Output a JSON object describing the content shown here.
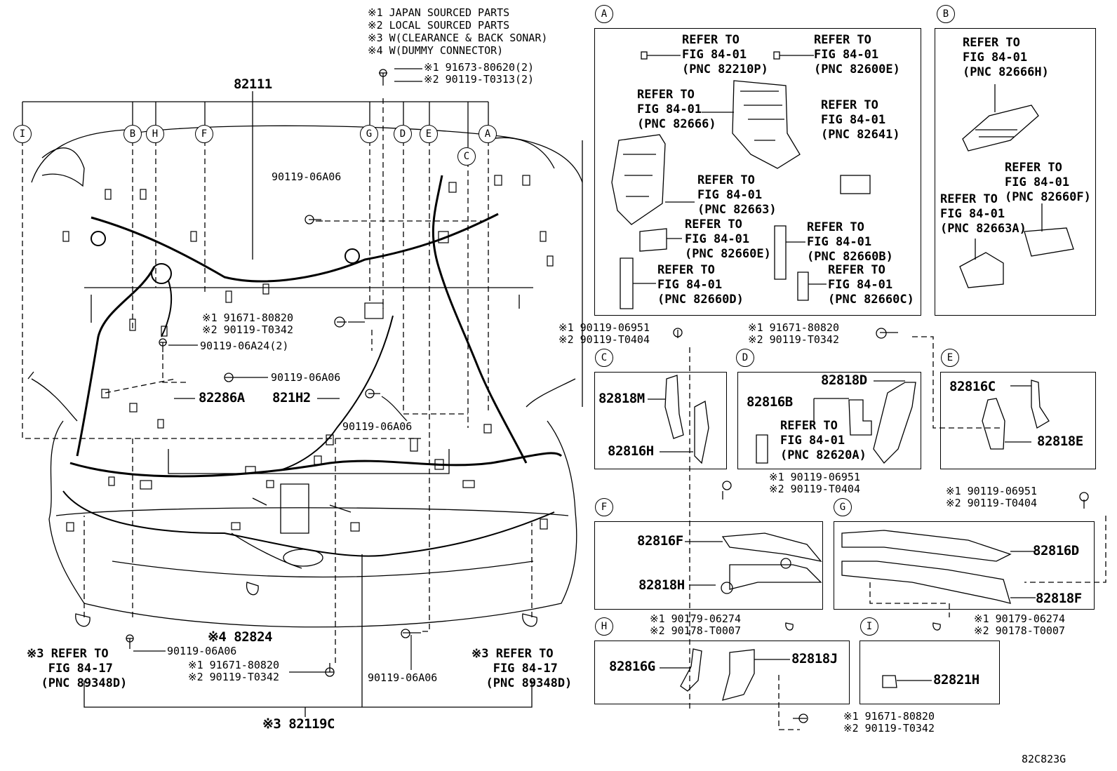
{
  "notes": [
    "※1 JAPAN SOURCED PARTS",
    "※2 LOCAL SOURCED PARTS",
    "※3 W(CLEARANCE & BACK SONAR)",
    "※4 W(DUMMY CONNECTOR)"
  ],
  "diagram_code": "82C823G",
  "main": {
    "harness": "82111",
    "top_bolt": "※1 91673-80620(2)\n※2 90119-T0313(2)",
    "bolt_06A06_a": "90119-06A06",
    "bolt_mid": "※1 91671-80820\n※2 90119-T0342",
    "bolt_06A24": "90119-06A24(2)",
    "bolt_06A06_b": "90119-06A06",
    "part_82286A": "82286A",
    "part_821H2": "821H2",
    "bolt_06A06_c": "90119-06A06",
    "part_82824": "※4 82824",
    "bolt_06A06_d": "90119-06A06",
    "bolt_lower": "※1 91671-80820\n※2 90119-T0342",
    "bolt_06A06_e": "90119-06A06",
    "refer_left": "※3 REFER TO\n   FIG 84-17\n  (PNC 89348D)",
    "refer_right": "※3 REFER TO\n   FIG 84-17\n  (PNC 89348D)",
    "part_82119C": "※3 82119C",
    "markers": [
      "I",
      "B",
      "H",
      "F",
      "G",
      "D",
      "E",
      "C",
      "A"
    ]
  },
  "panels": {
    "A": {
      "label": "A",
      "refs": [
        "REFER TO\nFIG 84-01\n(PNC 82210P)",
        "REFER TO\nFIG 84-01\n(PNC 82600E)",
        "REFER TO\nFIG 84-01\n(PNC 82666)",
        "REFER TO\nFIG 84-01\n(PNC 82641)",
        "REFER TO\nFIG 84-01\n(PNC 82663)",
        "REFER TO\nFIG 84-01\n(PNC 82660E)",
        "REFER TO\nFIG 84-01\n(PNC 82660B)",
        "REFER TO\nFIG 84-01\n(PNC 82660D)",
        "REFER TO\nFIG 84-01\n(PNC 82660C)"
      ]
    },
    "B": {
      "label": "B",
      "refs": [
        "REFER TO\nFIG 84-01\n(PNC 82666H)",
        "REFER TO\nFIG 84-01\n(PNC 82660F)",
        "REFER TO\nFIG 84-01\n(PNC 82663A)"
      ]
    },
    "C": {
      "label": "C",
      "bolt": "※1 90119-06951\n※2 90119-T0404",
      "parts": [
        "82818M",
        "82816H"
      ]
    },
    "D": {
      "label": "D",
      "bolt": "※1 91671-80820\n※2 90119-T0342",
      "parts": [
        "82818D",
        "82816B"
      ],
      "ref": "REFER TO\nFIG 84-01\n(PNC 82620A)"
    },
    "E": {
      "label": "E",
      "parts": [
        "82816C",
        "82818E"
      ]
    },
    "F": {
      "label": "F",
      "bolt": "※1 90119-06951\n※2 90119-T0404",
      "parts": [
        "82816F",
        "82818H"
      ]
    },
    "G": {
      "label": "G",
      "bolt": "※1 90119-06951\n※2 90119-T0404",
      "parts": [
        "82816D",
        "82818F"
      ]
    },
    "H": {
      "label": "H",
      "clip": "※1 90179-06274\n※2 90178-T0007",
      "parts": [
        "82816G",
        "82818J"
      ],
      "bolt": "※1 91671-80820\n※2 90119-T0342"
    },
    "I": {
      "label": "I",
      "clip": "※1 90179-06274\n※2 90178-T0007",
      "parts": [
        "82821H"
      ]
    }
  }
}
